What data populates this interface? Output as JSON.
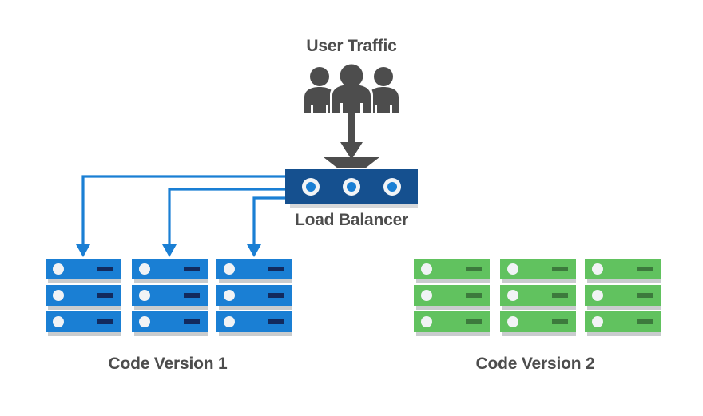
{
  "diagram": {
    "title": "Blue-Green Deployment Load Balancing Diagram",
    "type": "architecture-diagram"
  },
  "colors": {
    "navy": "#15508f",
    "blue": "#1a7fd4",
    "green": "#61c25f",
    "dark_gray": "#4d4d4d",
    "shadow_gray": "#c9ccce",
    "white": "#ffffff",
    "dash_navy": "#122a5e",
    "dash_green": "#3c7a3c",
    "background": "#ffffff"
  },
  "nodes": {
    "user_traffic": {
      "label": "User Traffic",
      "icon": "three-people-icon"
    },
    "traffic_arrow": {
      "icon": "down-arrow-icon",
      "color": "#4d4d4d"
    },
    "load_balancer": {
      "label": "Load Balancer",
      "icon": "load-balancer-icon",
      "port_count": 3,
      "color": "#15508f"
    }
  },
  "groups": [
    {
      "id": "code-version-1",
      "label": "Code Version 1",
      "color": "#1a7fd4",
      "active": true,
      "stack_count": 3,
      "servers_per_stack": 3
    },
    {
      "id": "code-version-2",
      "label": "Code Version 2",
      "color": "#61c25f",
      "active": false,
      "stack_count": 3,
      "servers_per_stack": 3
    }
  ],
  "connectors": [
    {
      "id": "lb-to-stack-1",
      "from": "load-balancer",
      "to": "code-version-1-stack-1",
      "style": "elbow-arrow",
      "color": "#1a7fd4"
    },
    {
      "id": "lb-to-stack-2",
      "from": "load-balancer",
      "to": "code-version-1-stack-2",
      "style": "elbow-arrow",
      "color": "#1a7fd4"
    },
    {
      "id": "lb-to-stack-3",
      "from": "load-balancer",
      "to": "code-version-1-stack-3",
      "style": "elbow-arrow",
      "color": "#1a7fd4"
    }
  ]
}
